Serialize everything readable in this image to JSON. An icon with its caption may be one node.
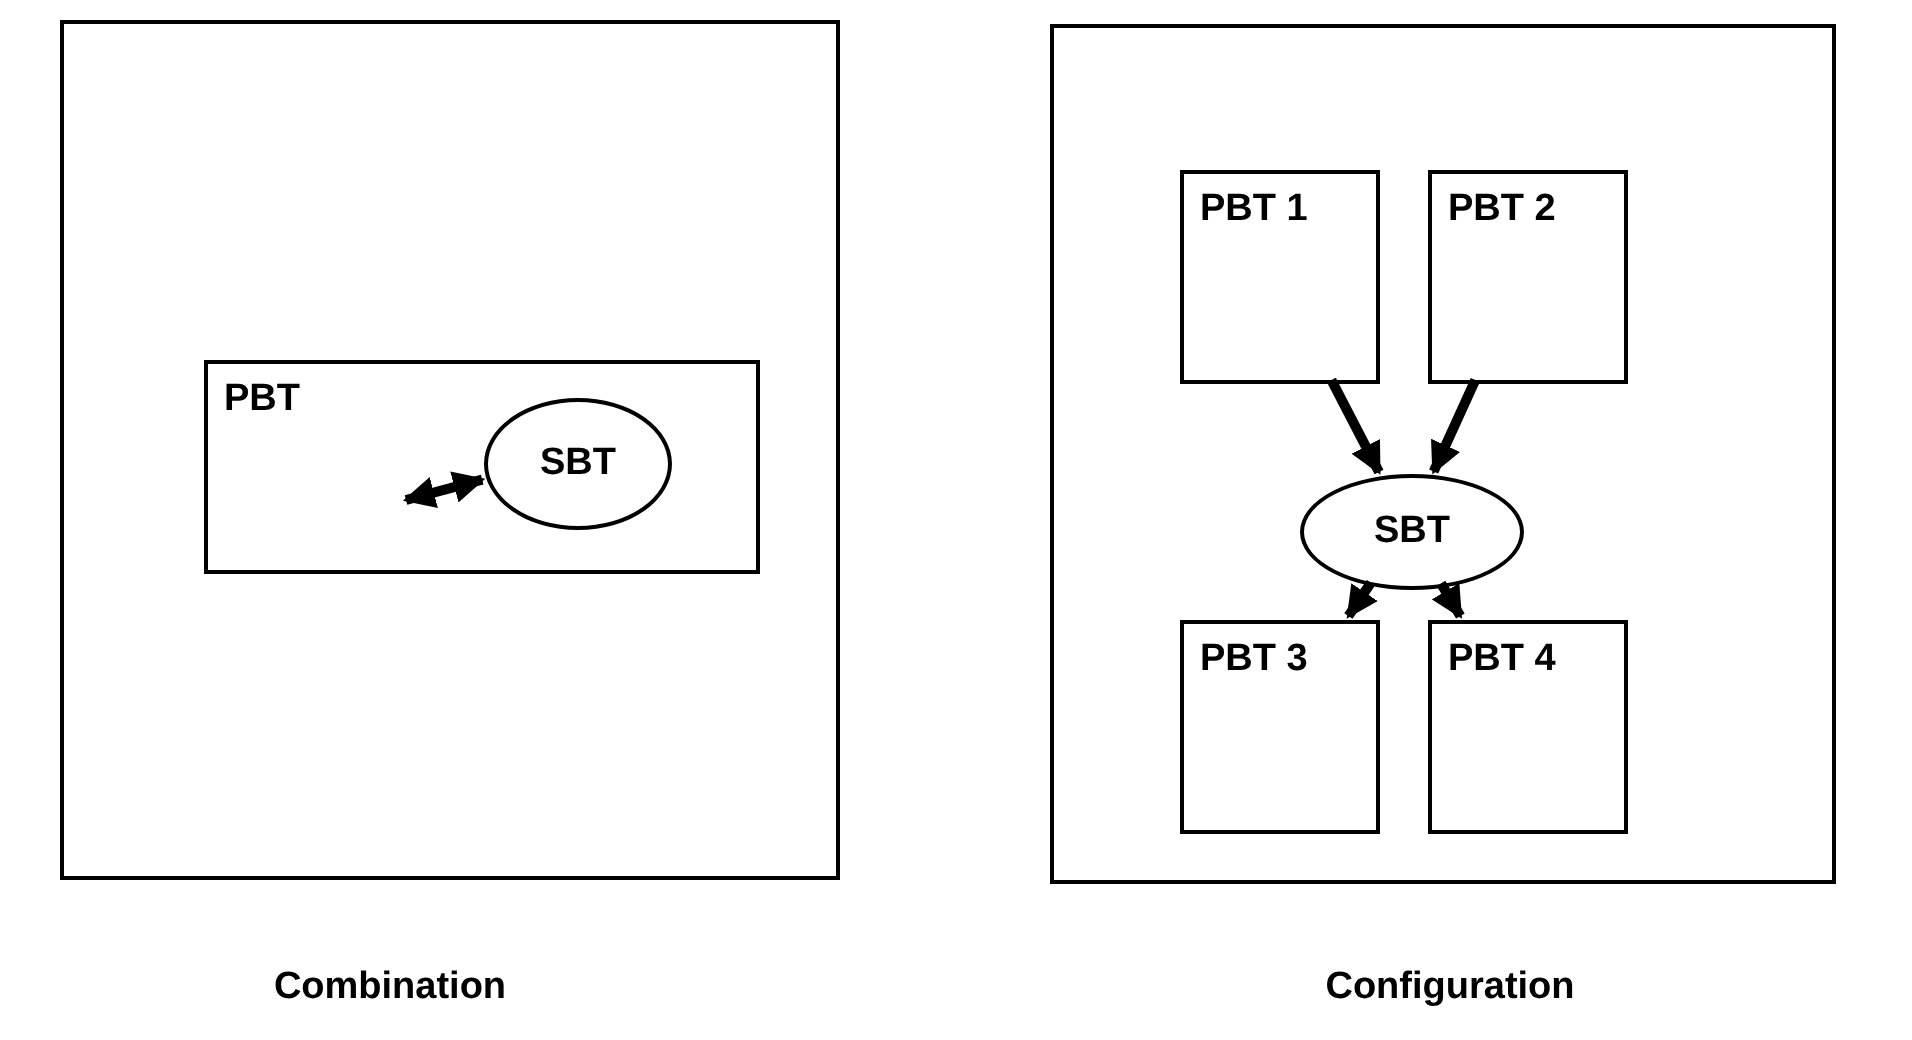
{
  "diagram": {
    "nodes": [
      {
        "text": [],
        "shape": "box",
        "beside": [
          "Combination"
        ]
      },
      {
        "text": [
          "PBT"
        ],
        "in": 0
      },
      {
        "text": [
          "SBT"
        ],
        "in": 1
      },
      {
        "text": [],
        "shape": "box",
        "beside": [
          "Configuration"
        ]
      },
      {
        "text": [
          "PBT 1"
        ],
        "in": 3
      },
      {
        "text": [
          "PBT 2"
        ],
        "in": 3
      },
      {
        "text": [
          "SBT"
        ],
        "in": 3
      },
      {
        "text": [
          "PBT 3"
        ],
        "in": 3
      },
      {
        "text": [
          "PBT 4"
        ],
        "in": 3
      }
    ],
    "edges": [
      {
        "from": null,
        "to": 2,
        "arrow": "both"
      },
      {
        "from": 4,
        "to": 6,
        "arrow": "to"
      },
      {
        "from": 5,
        "to": 6,
        "arrow": "to"
      },
      {
        "from": 6,
        "to": 7,
        "arrow": "to"
      },
      {
        "from": 6,
        "to": 8,
        "arrow": "to"
      }
    ]
  }
}
